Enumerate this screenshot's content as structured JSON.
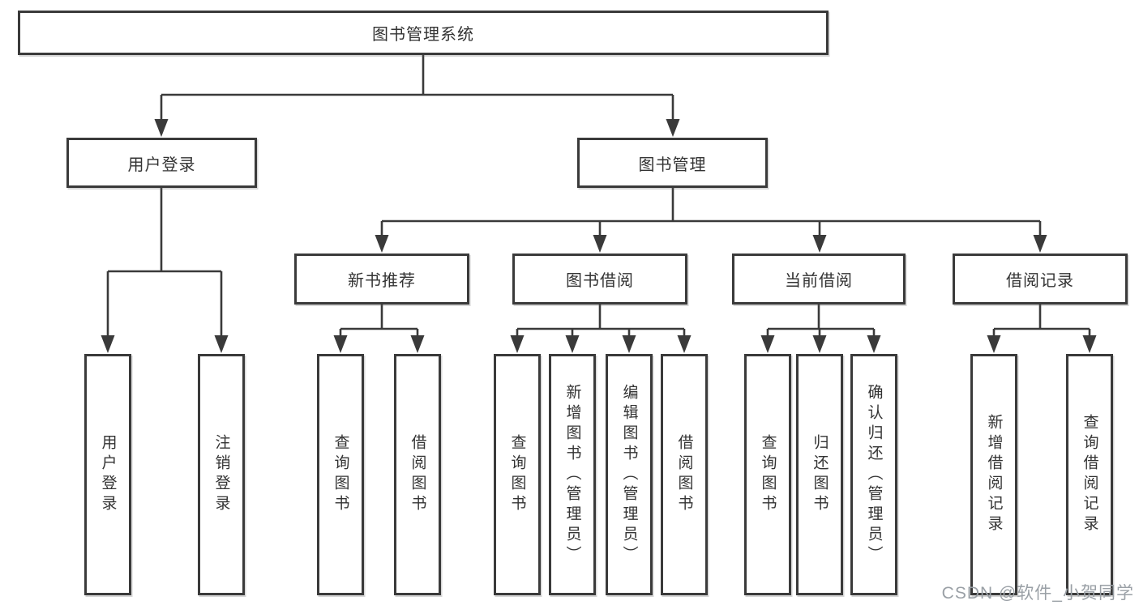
{
  "tree": {
    "root": {
      "label": "图书管理系统"
    },
    "branches": [
      {
        "label": "用户登录",
        "children": [
          {
            "label": "用户登录"
          },
          {
            "label": "注销登录"
          }
        ]
      },
      {
        "label": "图书管理",
        "children": [
          {
            "label": "新书推荐",
            "children": [
              {
                "label": "查询图书"
              },
              {
                "label": "借阅图书"
              }
            ]
          },
          {
            "label": "图书借阅",
            "children": [
              {
                "label": "查询图书"
              },
              {
                "label": "新增图书（管理员）"
              },
              {
                "label": "编辑图书（管理员）"
              },
              {
                "label": "借阅图书"
              }
            ]
          },
          {
            "label": "当前借阅",
            "children": [
              {
                "label": "查询图书"
              },
              {
                "label": "归还图书"
              },
              {
                "label": "确认归还（管理员）"
              }
            ]
          },
          {
            "label": "借阅记录",
            "children": [
              {
                "label": "新增借阅记录"
              },
              {
                "label": "查询借阅记录"
              }
            ]
          }
        ]
      }
    ]
  },
  "watermark": {
    "text": "CSDN @软件_小贺同学"
  },
  "colors": {
    "line": "#3a3a3a",
    "text": "#333333",
    "background": "#ffffff",
    "watermark": "#9aa0a6"
  }
}
